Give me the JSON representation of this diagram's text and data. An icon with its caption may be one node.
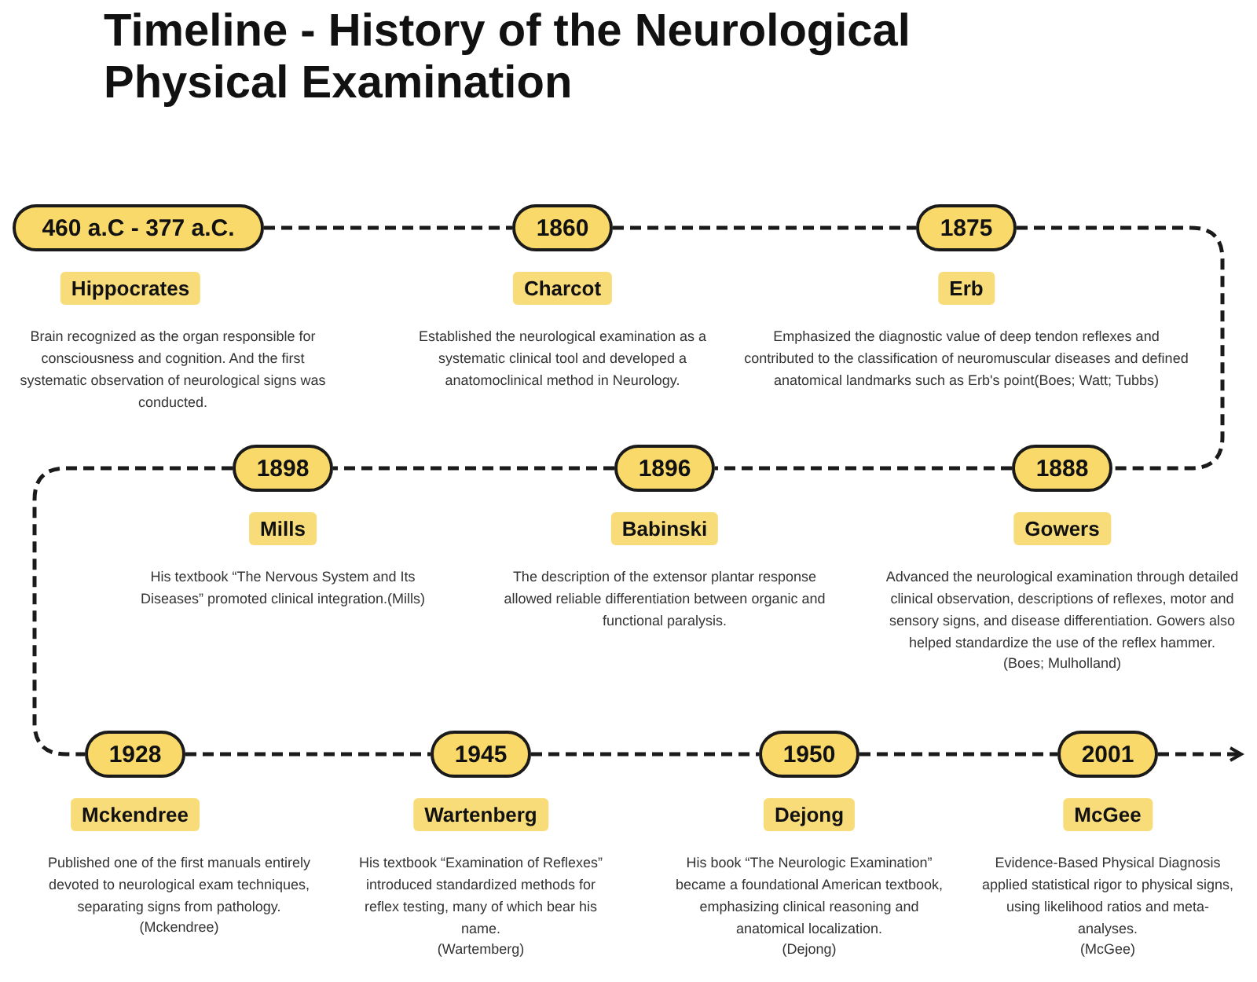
{
  "diagram": {
    "title": "Timeline - History of the Neurological Physical Examination",
    "nodes": [
      {
        "text": [
          "460 a.C - 377 a.C."
        ],
        "beside": [
          "Hippocrates",
          "Brain recognized as the organ responsible for consciousness and cognition. And the first systematic observation of neurological signs was conducted."
        ]
      },
      {
        "text": [
          "1860"
        ],
        "beside": [
          "Charcot",
          "Established the neurological examination as a systematic clinical tool and developed a anatomoclinical method in Neurology."
        ]
      },
      {
        "text": [
          "1875"
        ],
        "beside": [
          "Erb",
          "Emphasized the diagnostic value of deep tendon reflexes and contributed to the classification of neuromuscular diseases and defined anatomical landmarks such as Erb's point(Boes; Watt; Tubbs)"
        ]
      },
      {
        "text": [
          "1898"
        ],
        "beside": [
          "Mills",
          "His textbook “The Nervous System and Its Diseases” promoted clinical integration.(Mills)"
        ]
      },
      {
        "text": [
          "1896"
        ],
        "beside": [
          "Babinski",
          "The description of the extensor plantar response allowed reliable differentiation between organic and functional paralysis."
        ]
      },
      {
        "text": [
          "1888"
        ],
        "beside": [
          "Gowers",
          "Advanced the neurological examination through detailed clinical observation, descriptions of reflexes, motor and sensory signs, and disease differentiation. Gowers also helped standardize the use of the reflex hammer.",
          "(Boes; Mulholland)"
        ]
      },
      {
        "text": [
          "1928"
        ],
        "beside": [
          "Mckendree",
          "Published one of the first manuals entirely devoted to neurological exam techniques, separating signs from pathology.",
          "(Mckendree)"
        ]
      },
      {
        "text": [
          "1945"
        ],
        "beside": [
          "Wartenberg",
          "His textbook “Examination of Reflexes” introduced standardized methods for reflex testing, many of which bear his name.",
          "(Wartemberg)"
        ]
      },
      {
        "text": [
          "1950"
        ],
        "beside": [
          "Dejong",
          "His book “The Neurologic Examination” became a foundational American textbook, emphasizing clinical reasoning and anatomical localization.",
          "(Dejong)"
        ]
      },
      {
        "text": [
          "2001"
        ],
        "beside": [
          "McGee",
          "Evidence-Based Physical Diagnosis applied statistical rigor to physical signs, using likelihood ratios and meta-analyses.",
          "(McGee)"
        ]
      }
    ],
    "edges": [
      {
        "from": 0,
        "to": 1,
        "arrow": "none",
        "style": "dashed"
      },
      {
        "from": 1,
        "to": 2,
        "arrow": "none",
        "style": "dashed"
      },
      {
        "from": 2,
        "to": 5,
        "arrow": "none",
        "style": "dashed"
      },
      {
        "from": 5,
        "to": 4,
        "arrow": "none",
        "style": "dashed"
      },
      {
        "from": 4,
        "to": 3,
        "arrow": "none",
        "style": "dashed"
      },
      {
        "from": 3,
        "to": 6,
        "arrow": "none",
        "style": "dashed"
      },
      {
        "from": 6,
        "to": 7,
        "arrow": "none",
        "style": "dashed"
      },
      {
        "from": 7,
        "to": 8,
        "arrow": "none",
        "style": "dashed"
      },
      {
        "from": 8,
        "to": 9,
        "arrow": "none",
        "style": "dashed"
      },
      {
        "from": 9,
        "to": null,
        "arrow": "to",
        "style": "dashed"
      }
    ]
  }
}
